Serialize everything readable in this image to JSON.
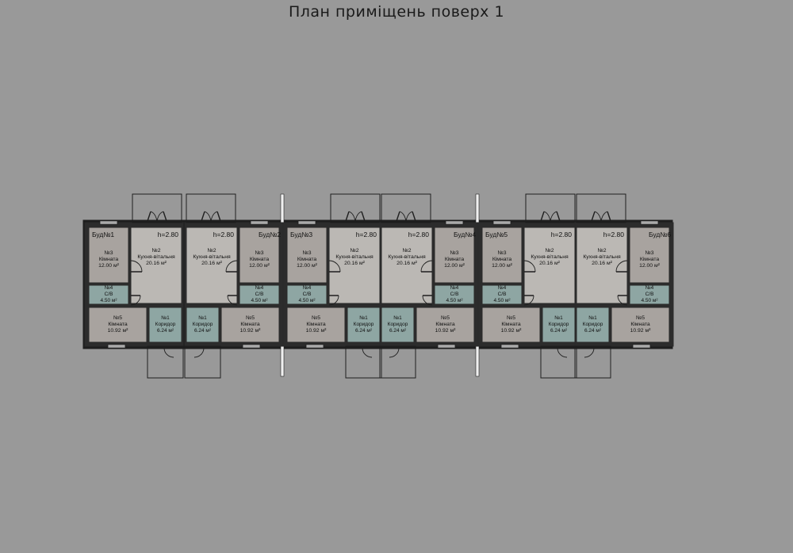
{
  "title": "План приміщень поверх 1",
  "colors": {
    "background": "#999999",
    "room": "#a8a39f",
    "room_alt": "#bbb8b4",
    "bath": "#8ea6a3",
    "wall": "#1e1e1e",
    "line": "#2a2a2a"
  },
  "units": [
    {
      "label": "Буд№1",
      "height": "h=2.80",
      "rooms": {
        "r3": {
          "no": "№3",
          "name": "Кімната",
          "area": "12.00 м²"
        },
        "r2": {
          "no": "№2",
          "name": "Кухня-вітальня",
          "area": "20.16 м²"
        },
        "r4": {
          "no": "№4",
          "name": "С/В",
          "area": "4.50 м²"
        },
        "r5": {
          "no": "№5",
          "name": "Кімната",
          "area": "10.92 м²"
        },
        "r1": {
          "no": "№1",
          "name": "Коридор",
          "area": "6.24 м²"
        }
      }
    },
    {
      "label": "Буд№2",
      "height": "h=2.80",
      "rooms": {
        "r3": {
          "no": "№3",
          "name": "Кімната",
          "area": "12.00 м²"
        },
        "r2": {
          "no": "№2",
          "name": "Кухня-вітальня",
          "area": "20.16 м²"
        },
        "r4": {
          "no": "№4",
          "name": "С/В",
          "area": "4.50 м²"
        },
        "r5": {
          "no": "№5",
          "name": "Кімната",
          "area": "10.92 м²"
        },
        "r1": {
          "no": "№1",
          "name": "Коридор",
          "area": "6.24 м²"
        }
      }
    },
    {
      "label": "Буд№3",
      "height": "h=2.80",
      "rooms": {
        "r3": {
          "no": "№3",
          "name": "Кімната",
          "area": "12.00 м²"
        },
        "r2": {
          "no": "№2",
          "name": "Кухня-вітальня",
          "area": "20.16 м²"
        },
        "r4": {
          "no": "№4",
          "name": "С/В",
          "area": "4.50 м²"
        },
        "r5": {
          "no": "№5",
          "name": "Кімната",
          "area": "10.92 м²"
        },
        "r1": {
          "no": "№1",
          "name": "Коридор",
          "area": "6.24 м²"
        }
      }
    },
    {
      "label": "Буд№4",
      "height": "h=2.80",
      "rooms": {
        "r3": {
          "no": "№3",
          "name": "Кімната",
          "area": "12.00 м²"
        },
        "r2": {
          "no": "№2",
          "name": "Кухня-вітальня",
          "area": "20.16 м²"
        },
        "r4": {
          "no": "№4",
          "name": "С/В",
          "area": "4.50 м²"
        },
        "r5": {
          "no": "№5",
          "name": "Кімната",
          "area": "10.92 м²"
        },
        "r1": {
          "no": "№1",
          "name": "Коридор",
          "area": "6.24 м²"
        }
      }
    },
    {
      "label": "Буд№5",
      "height": "h=2.80",
      "rooms": {
        "r3": {
          "no": "№3",
          "name": "Кімната",
          "area": "12.00 м²"
        },
        "r2": {
          "no": "№2",
          "name": "Кухня-вітальня",
          "area": "20.16 м²"
        },
        "r4": {
          "no": "№4",
          "name": "С/В",
          "area": "4.50 м²"
        },
        "r5": {
          "no": "№5",
          "name": "Кімната",
          "area": "10.92 м²"
        },
        "r1": {
          "no": "№1",
          "name": "Коридор",
          "area": "6.24 м²"
        }
      }
    },
    {
      "label": "Буд№6",
      "height": "h=2.80",
      "rooms": {
        "r3": {
          "no": "№3",
          "name": "Кімната",
          "area": "12.00 м²"
        },
        "r2": {
          "no": "№2",
          "name": "Кухня-вітальня",
          "area": "20.16 м²"
        },
        "r4": {
          "no": "№4",
          "name": "С/В",
          "area": "4.50 м²"
        },
        "r5": {
          "no": "№5",
          "name": "Кімната",
          "area": "10.92 м²"
        },
        "r1": {
          "no": "№1",
          "name": "Коридор",
          "area": "6.24 м²"
        }
      }
    }
  ]
}
